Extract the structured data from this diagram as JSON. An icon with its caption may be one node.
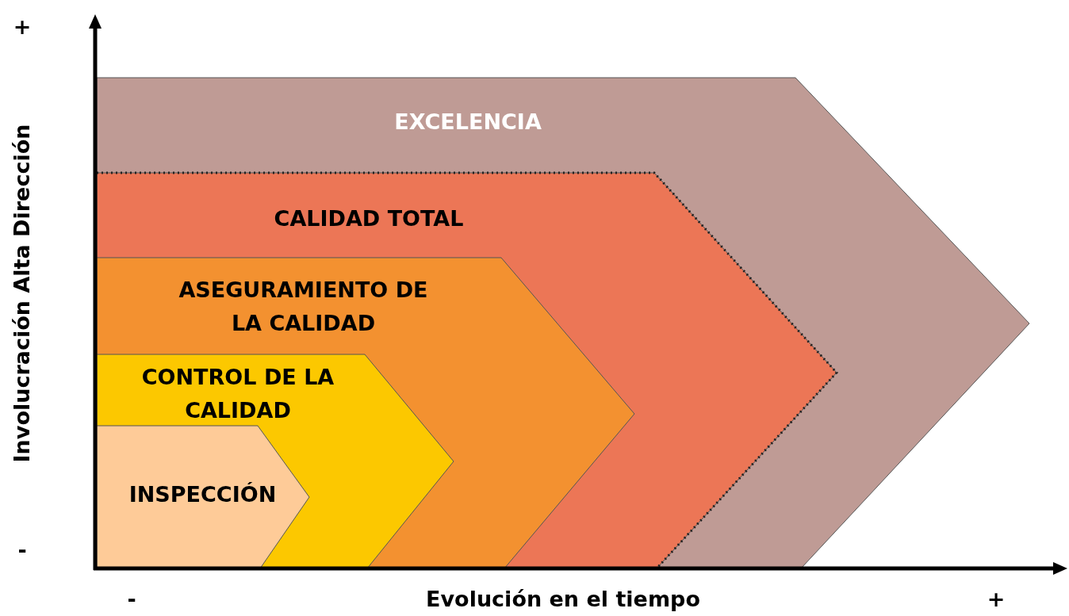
{
  "diagram": {
    "nodes": [
      {
        "text": [
          "EXCELENCIA"
        ]
      },
      {
        "text": [
          "CALIDAD TOTAL"
        ],
        "in": 0
      },
      {
        "text": [
          "ASEGURAMIENTO DE LA CALIDAD"
        ],
        "in": 1
      },
      {
        "text": [
          "CONTROL DE LA CALIDAD"
        ],
        "in": 2
      },
      {
        "text": [
          "INSPECCIÓN"
        ],
        "in": 3
      }
    ],
    "labels": [
      "+",
      "Involucración Alta Dirección",
      "-",
      "-",
      "Evolución en el tiempo",
      "+"
    ]
  }
}
